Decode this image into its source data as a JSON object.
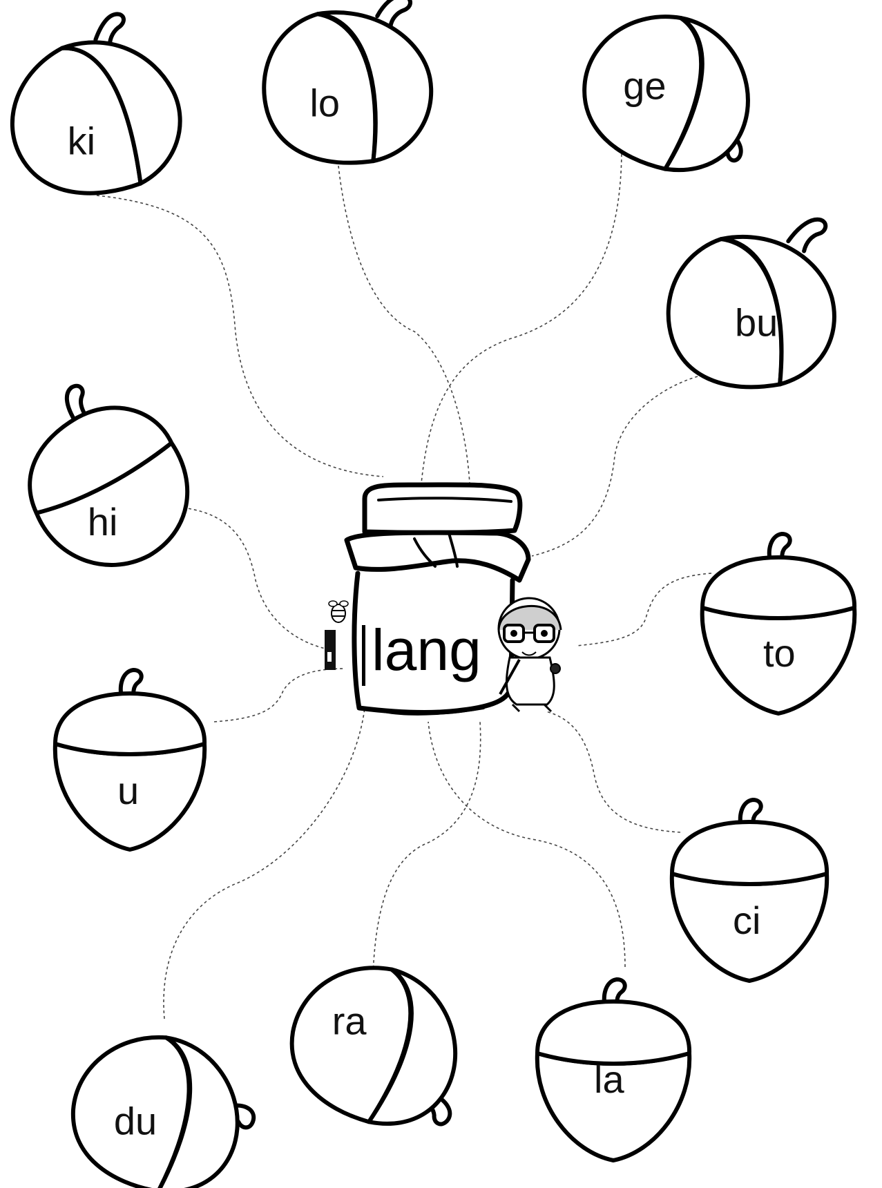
{
  "center": {
    "word": "lang"
  },
  "acorns": [
    {
      "id": "ki",
      "label": "ki"
    },
    {
      "id": "lo",
      "label": "lo"
    },
    {
      "id": "ge",
      "label": "ge"
    },
    {
      "id": "bu",
      "label": "bu"
    },
    {
      "id": "hi",
      "label": "hi"
    },
    {
      "id": "to",
      "label": "to"
    },
    {
      "id": "u",
      "label": "u"
    },
    {
      "id": "ci",
      "label": "ci"
    },
    {
      "id": "du",
      "label": "du"
    },
    {
      "id": "ra",
      "label": "ra"
    },
    {
      "id": "la",
      "label": "la"
    }
  ]
}
